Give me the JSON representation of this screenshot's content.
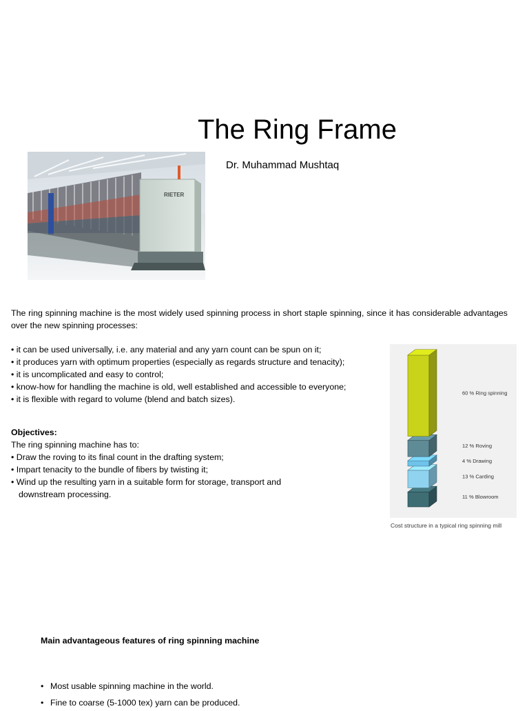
{
  "title": "The Ring Frame",
  "author": "Dr. Muhammad Mushtaq",
  "photo": {
    "brand_label": "RIETER",
    "icon": "ring-spinning-machine-photo"
  },
  "intro": "The ring spinning machine is the most widely used spinning process in short staple spinning, since it has considerable advantages over the new spinning processes:",
  "advantages": [
    "it can be used universally, i.e. any material and any yarn count can be spun on it;",
    "it produces yarn with optimum properties (especially as regards structure and tenacity);",
    "it is uncomplicated and easy to control;",
    "know-how for handling the machine is old, well established and accessible to everyone;",
    "it is flexible with regard to volume (blend and batch sizes)."
  ],
  "objectives": {
    "heading": "Objectives:",
    "intro": "The ring spinning machine has to:",
    "items": [
      "Draw the roving to its final count in the drafting system;",
      "Impart tenacity to the bundle of fibers by twisting it;",
      "Wind up the resulting yarn in a suitable form for storage, transport and downstream processing."
    ]
  },
  "chart_data": {
    "type": "bar",
    "stacked": true,
    "title": "",
    "caption": "Cost structure in a typical ring spinning mill",
    "unit": "%",
    "segments": [
      {
        "label": "Blowroom",
        "value": 11,
        "display": "11 % Blowroom",
        "color": "#3e6d74"
      },
      {
        "label": "Carding",
        "value": 13,
        "display": "13 % Carding",
        "color": "#8fd3f0"
      },
      {
        "label": "Drawing",
        "value": 4,
        "display": "4 % Drawing",
        "color": "#6fc3ea"
      },
      {
        "label": "Roving",
        "value": 12,
        "display": "12 % Roving",
        "color": "#5f8b96"
      },
      {
        "label": "Ring spinning",
        "value": 60,
        "display": "60 % Ring spinning",
        "color": "#c9d31a"
      }
    ]
  },
  "features": {
    "heading": "Main advantageous features of ring spinning machine",
    "items": [
      "Most usable spinning machine in the world.",
      "Fine to coarse (5-1000 tex) yarn can be produced."
    ]
  }
}
